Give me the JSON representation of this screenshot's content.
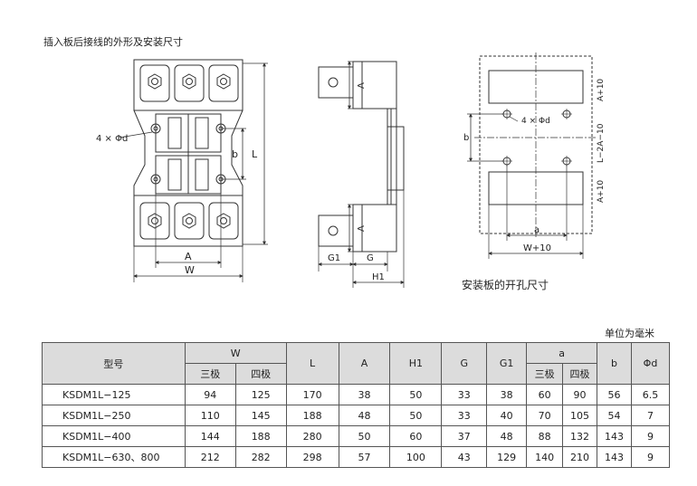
{
  "heading": "插入板后接线的外形及安装尺寸",
  "caption": "安装板的开孔尺寸",
  "unit_note": "单位为毫米",
  "drawing": {
    "front_labels": {
      "holes": "4 × Φd",
      "L": "L",
      "b": "b",
      "A": "A",
      "W": "W"
    },
    "side_labels": {
      "A_top": "A",
      "A_bottom": "A",
      "G1": "G1",
      "G": "G",
      "H1": "H1"
    },
    "cutout_labels": {
      "holes": "4 × Φd",
      "b": "b",
      "a": "a",
      "W10": "W+10",
      "A10_top": "A+10",
      "mid": "L−2A−10",
      "A10_bottom": "A+10"
    }
  },
  "table": {
    "col_model": "型号",
    "col_W": "W",
    "col_L": "L",
    "col_A": "A",
    "col_H1": "H1",
    "col_G": "G",
    "col_G1": "G1",
    "col_a": "a",
    "col_b": "b",
    "col_d": "Φd",
    "sub_three": "三极",
    "sub_four": "四极",
    "rows": [
      [
        "KSDM1L−125",
        "94",
        "125",
        "170",
        "38",
        "50",
        "33",
        "38",
        "60",
        "90",
        "56",
        "6.5"
      ],
      [
        "KSDM1L−250",
        "110",
        "145",
        "188",
        "48",
        "50",
        "33",
        "40",
        "70",
        "105",
        "54",
        "7"
      ],
      [
        "KSDM1L−400",
        "144",
        "188",
        "280",
        "50",
        "60",
        "37",
        "48",
        "88",
        "132",
        "143",
        "9"
      ],
      [
        "KSDM1L−630、800",
        "212",
        "282",
        "298",
        "57",
        "100",
        "43",
        "129",
        "140",
        "210",
        "143",
        "9"
      ]
    ]
  }
}
